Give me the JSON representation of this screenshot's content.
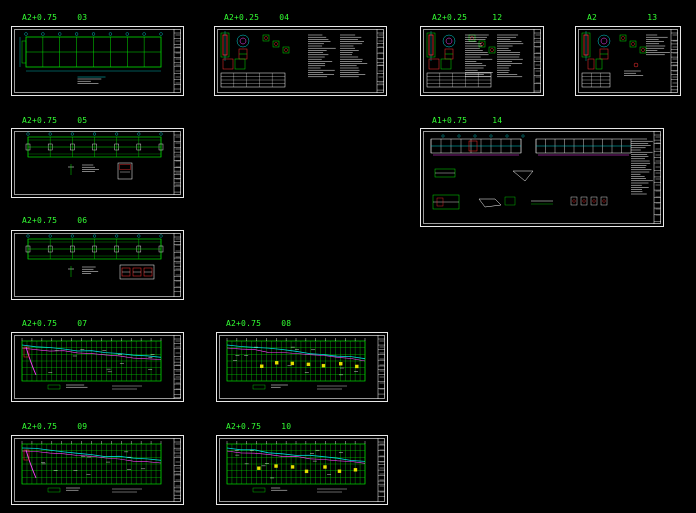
{
  "sheets": [
    {
      "id": "s03",
      "size": "A2+0.75",
      "num": "03",
      "kind": "frame-plan"
    },
    {
      "id": "s04",
      "size": "A2+0.25",
      "num": "04",
      "kind": "detail"
    },
    {
      "id": "s12",
      "size": "A2+0.25",
      "num": "12",
      "kind": "detail"
    },
    {
      "id": "s13",
      "size": "A2",
      "num": "13",
      "kind": "detail-small"
    },
    {
      "id": "s05",
      "size": "A2+0.75",
      "num": "05",
      "kind": "column-plan"
    },
    {
      "id": "s14",
      "size": "A1+0.75",
      "num": "14",
      "kind": "elevation"
    },
    {
      "id": "s06",
      "size": "A2+0.75",
      "num": "06",
      "kind": "column-plan"
    },
    {
      "id": "s07",
      "size": "A2+0.75",
      "num": "07",
      "kind": "rebar-plan"
    },
    {
      "id": "s08",
      "size": "A2+0.75",
      "num": "08",
      "kind": "rebar-plan"
    },
    {
      "id": "s09",
      "size": "A2+0.75",
      "num": "09",
      "kind": "rebar-plan"
    },
    {
      "id": "s10",
      "size": "A2+0.75",
      "num": "10",
      "kind": "rebar-plan"
    }
  ],
  "colors": {
    "label": "#33ff33",
    "frame": "#e8e8e8",
    "green": "#00e000",
    "cyan": "#00d8d8",
    "magenta": "#ff40ff",
    "red": "#ff3030",
    "yellow": "#e8e000",
    "white": "#ffffff",
    "blue": "#4060ff"
  }
}
